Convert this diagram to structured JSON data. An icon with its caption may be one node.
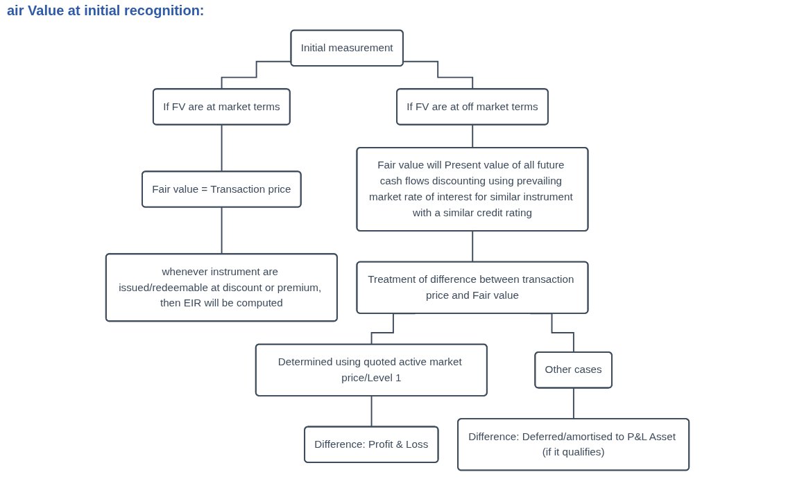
{
  "diagram": {
    "title": "air Value at initial recognition:",
    "nodes": [
      {
        "text": [
          "Initial measurement"
        ]
      },
      {
        "text": [
          "If FV are at market terms"
        ]
      },
      {
        "text": [
          "If FV are at off market terms"
        ]
      },
      {
        "text": [
          "Fair value = Transaction price"
        ]
      },
      {
        "text": [
          "whenever instrument are issued/redeemable at discount or premium, then EIR will be computed"
        ]
      },
      {
        "text": [
          "Fair value will Present value of all future cash flows discounting using prevailing market rate of interest for similar instrument with a similar credit rating"
        ]
      },
      {
        "text": [
          "Treatment of difference between transaction price and Fair value"
        ]
      },
      {
        "text": [
          "Determined using quoted active market price/Level 1"
        ]
      },
      {
        "text": [
          "Other cases"
        ]
      },
      {
        "text": [
          "Difference: Profit & Loss"
        ]
      },
      {
        "text": [
          "Difference: Deferred/amortised to P&L Asset (if it qualifies)"
        ]
      }
    ],
    "edges": [
      {
        "from": 0,
        "to": 1,
        "arrow": "none"
      },
      {
        "from": 0,
        "to": 2,
        "arrow": "none"
      },
      {
        "from": 1,
        "to": 3,
        "arrow": "none"
      },
      {
        "from": 3,
        "to": 4,
        "arrow": "none"
      },
      {
        "from": 2,
        "to": 5,
        "arrow": "none"
      },
      {
        "from": 5,
        "to": 6,
        "arrow": "none"
      },
      {
        "from": 6,
        "to": 7,
        "arrow": "none"
      },
      {
        "from": 6,
        "to": 8,
        "arrow": "none"
      },
      {
        "from": 7,
        "to": 9,
        "arrow": "none"
      },
      {
        "from": 8,
        "to": 10,
        "arrow": "none"
      }
    ]
  }
}
